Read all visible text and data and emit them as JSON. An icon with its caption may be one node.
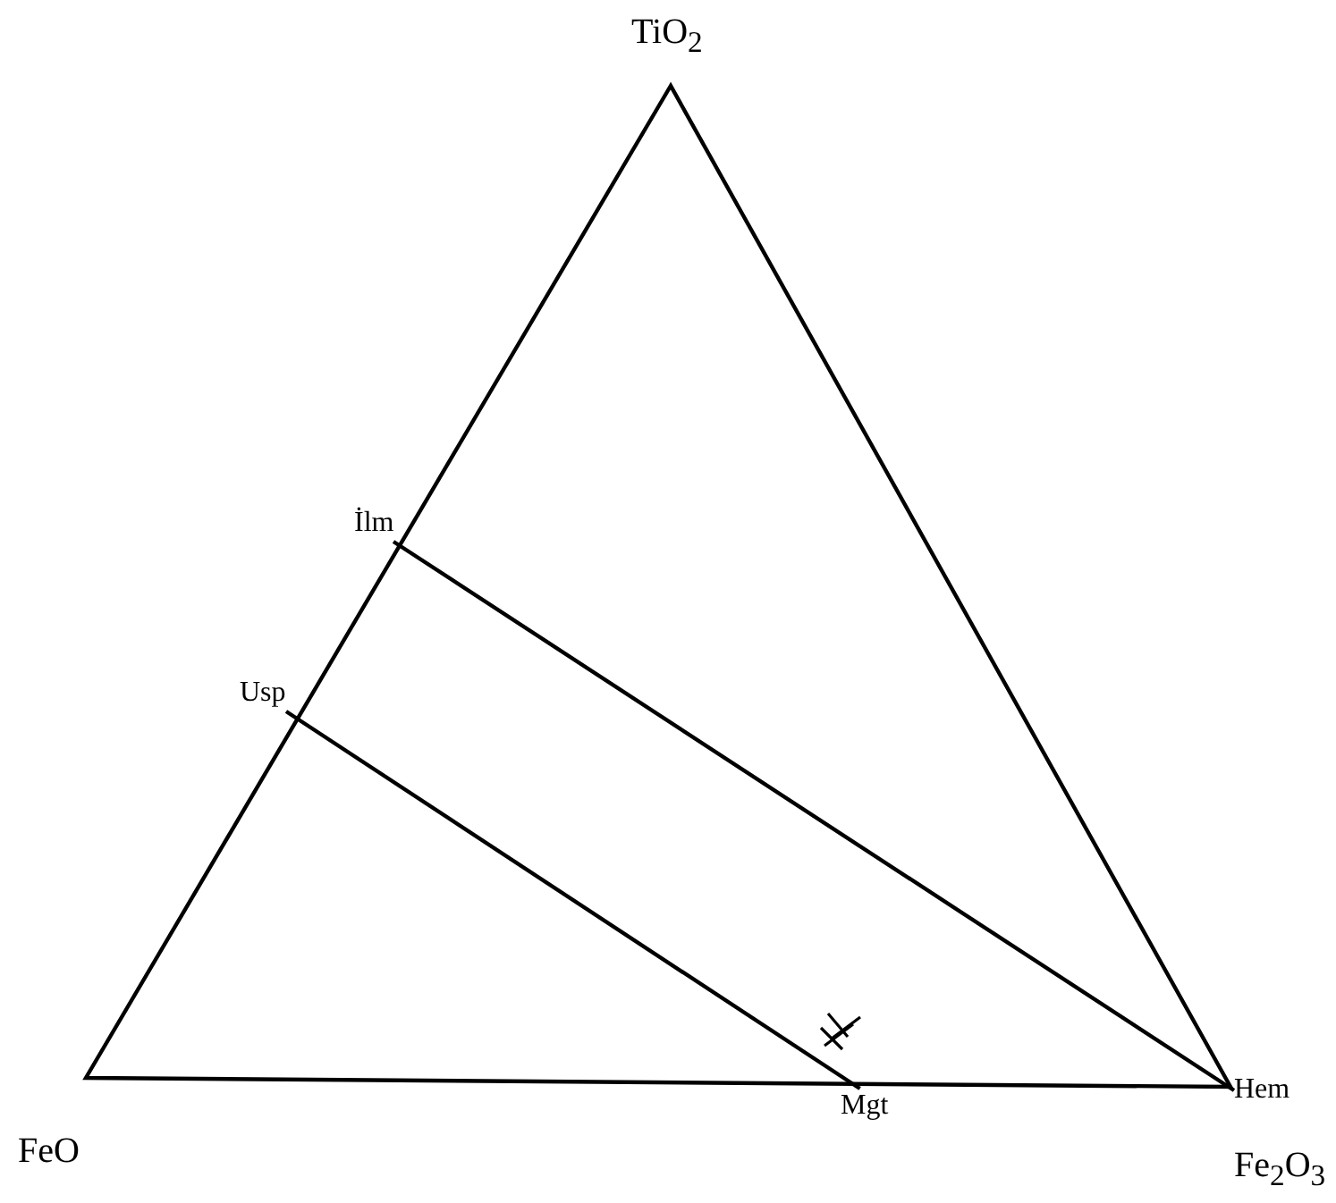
{
  "diagram": {
    "nodes": [
      {
        "text": [
          "TiO$_{2}$"
        ]
      },
      {
        "text": [
          "İlm"
        ]
      },
      {
        "text": [
          "Usp"
        ]
      },
      {
        "text": [
          "Hem"
        ]
      },
      {
        "text": [
          "FeO"
        ]
      },
      {
        "text": [
          "Mgt"
        ]
      },
      {
        "text": [
          "Fe$_{2}$O$_{3}$"
        ]
      }
    ],
    "edges": [
      {
        "from": 1,
        "to": 3,
        "arrow": "none"
      },
      {
        "from": 2,
        "to": 5,
        "arrow": "none"
      }
    ]
  }
}
